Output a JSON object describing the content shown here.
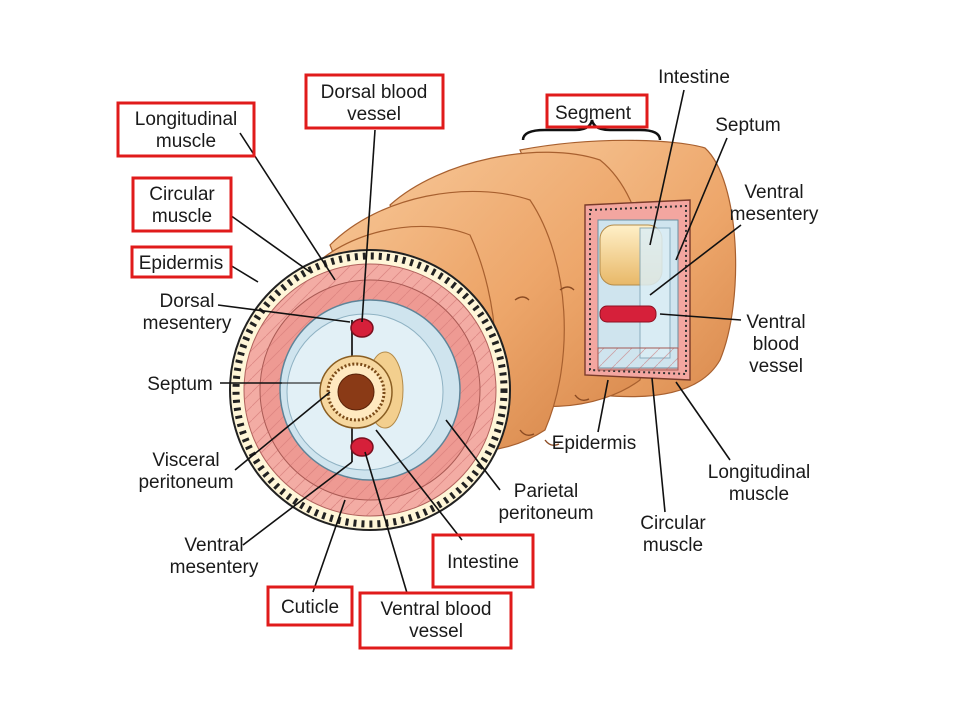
{
  "labels": {
    "longitudinal_muscle_left": [
      "Longitudinal",
      "muscle"
    ],
    "circular_muscle_left": [
      "Circular",
      "muscle"
    ],
    "epidermis_left": [
      "Epidermis"
    ],
    "dorsal_mesentery": [
      "Dorsal",
      "mesentery"
    ],
    "septum_left": [
      "Septum"
    ],
    "visceral_peritoneum": [
      "Visceral",
      "peritoneum"
    ],
    "ventral_mesentery_left": [
      "Ventral",
      "mesentery"
    ],
    "cuticle": [
      "Cuticle"
    ],
    "ventral_blood_vessel_bottom": [
      "Ventral blood",
      "vessel"
    ],
    "intestine_bottom": [
      "Intestine"
    ],
    "parietal_peritoneum": [
      "Parietal",
      "peritoneum"
    ],
    "dorsal_blood_vessel_top": [
      "Dorsal blood",
      "vessel"
    ],
    "segment": [
      "Segment"
    ],
    "intestine_top": [
      "Intestine"
    ],
    "septum_right": [
      "Septum"
    ],
    "ventral_mesentery_right": [
      "Ventral",
      "mesentery"
    ],
    "ventral_blood_vessel_right": [
      "Ventral",
      "blood",
      "vessel"
    ],
    "epidermis_right": [
      "Epidermis"
    ],
    "longitudinal_muscle_right": [
      "Longitudinal",
      "muscle"
    ],
    "circular_muscle_right": [
      "Circular",
      "muscle"
    ]
  },
  "highlighted": [
    "longitudinal_muscle_left",
    "circular_muscle_left",
    "epidermis_left",
    "dorsal_blood_vessel_top",
    "segment",
    "intestine_bottom",
    "cuticle",
    "ventral_blood_vessel_bottom"
  ],
  "colors": {
    "highlight_box": "#e01b1b",
    "body_skin": "#f2b27d",
    "muscle_pink": "#ef9a94",
    "coelom_blue": "#cfe4ee",
    "intestine_tan": "#f3cf8e",
    "intestine_lumen": "#8a3a16",
    "blood_vessel": "#d6203a"
  }
}
